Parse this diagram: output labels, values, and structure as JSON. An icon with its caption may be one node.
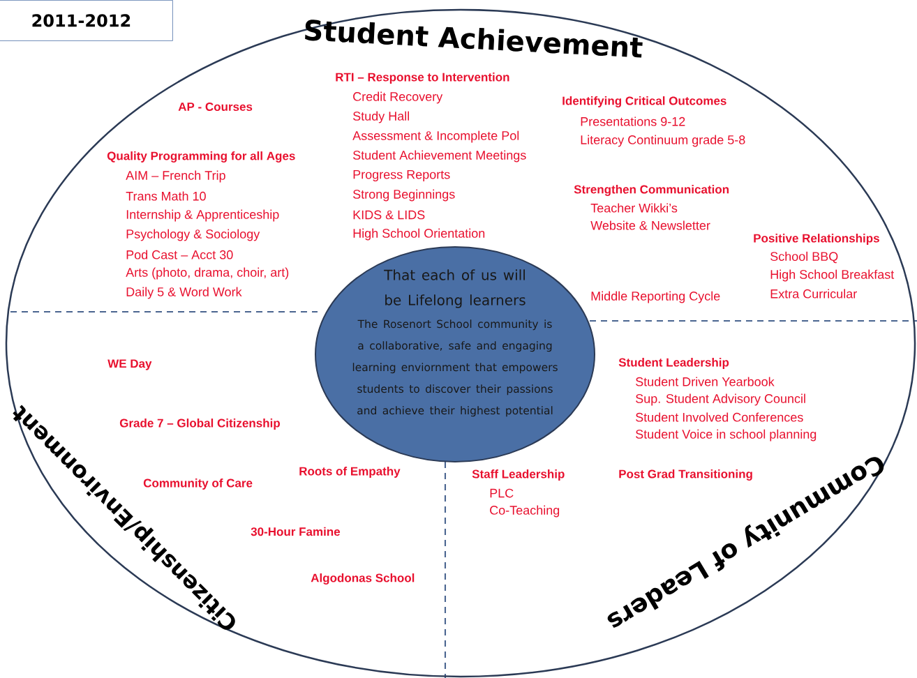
{
  "diagram": {
    "nodes": [
      {
        "text": [
          "2011-2012"
        ]
      },
      {
        "text": [
          "Student Achievement",
          "Community of Leaders",
          "Citizenship/Environment"
        ]
      },
      {
        "text": [
          "That each of us will be Lifelong learners",
          "The Rosenort School community is a collaborative, safe and engaging learning enviornment that empowers students to discover their passions and achieve their highest potential"
        ],
        "in": 1
      }
    ],
    "labels": [
      "AP - Courses",
      "Quality Programming for all Ages",
      "AIM – French Trip",
      "Trans Math 10",
      "Internship & Apprenticeship",
      "Psychology & Sociology",
      "Pod Cast – Acct 30",
      "Arts (photo, drama, choir, art)",
      "Daily 5 & Word Work",
      "RTI – Response to Intervention",
      "Credit Recovery",
      "Study Hall",
      "Assessment & Incomplete Pol",
      "Student Achievement Meetings",
      "Progress Reports",
      "Strong Beginnings",
      "KIDS & LIDS",
      "High School Orientation",
      "Identifying Critical Outcomes",
      "Presentations 9-12",
      "Literacy Continuum grade 5-8",
      "Strengthen Communication",
      "Teacher Wikki’s",
      "Website & Newsletter",
      "Middle Reporting Cycle",
      "Positive Relationships",
      "School BBQ",
      "High School Breakfast",
      "Extra Curricular",
      "WE Day",
      "Grade 7 – Global Citizenship",
      "Roots of Empathy",
      "Community of Care",
      "30-Hour Famine",
      "Algodonas School",
      "Student Leadership",
      "Student Driven Yearbook",
      "Sup. Student Advisory Council",
      "Student Involved Conferences",
      "Student Voice in school planning",
      "Staff Leadership",
      "PLC",
      "Co-Teaching",
      "Post Grad Transitioning"
    ]
  }
}
